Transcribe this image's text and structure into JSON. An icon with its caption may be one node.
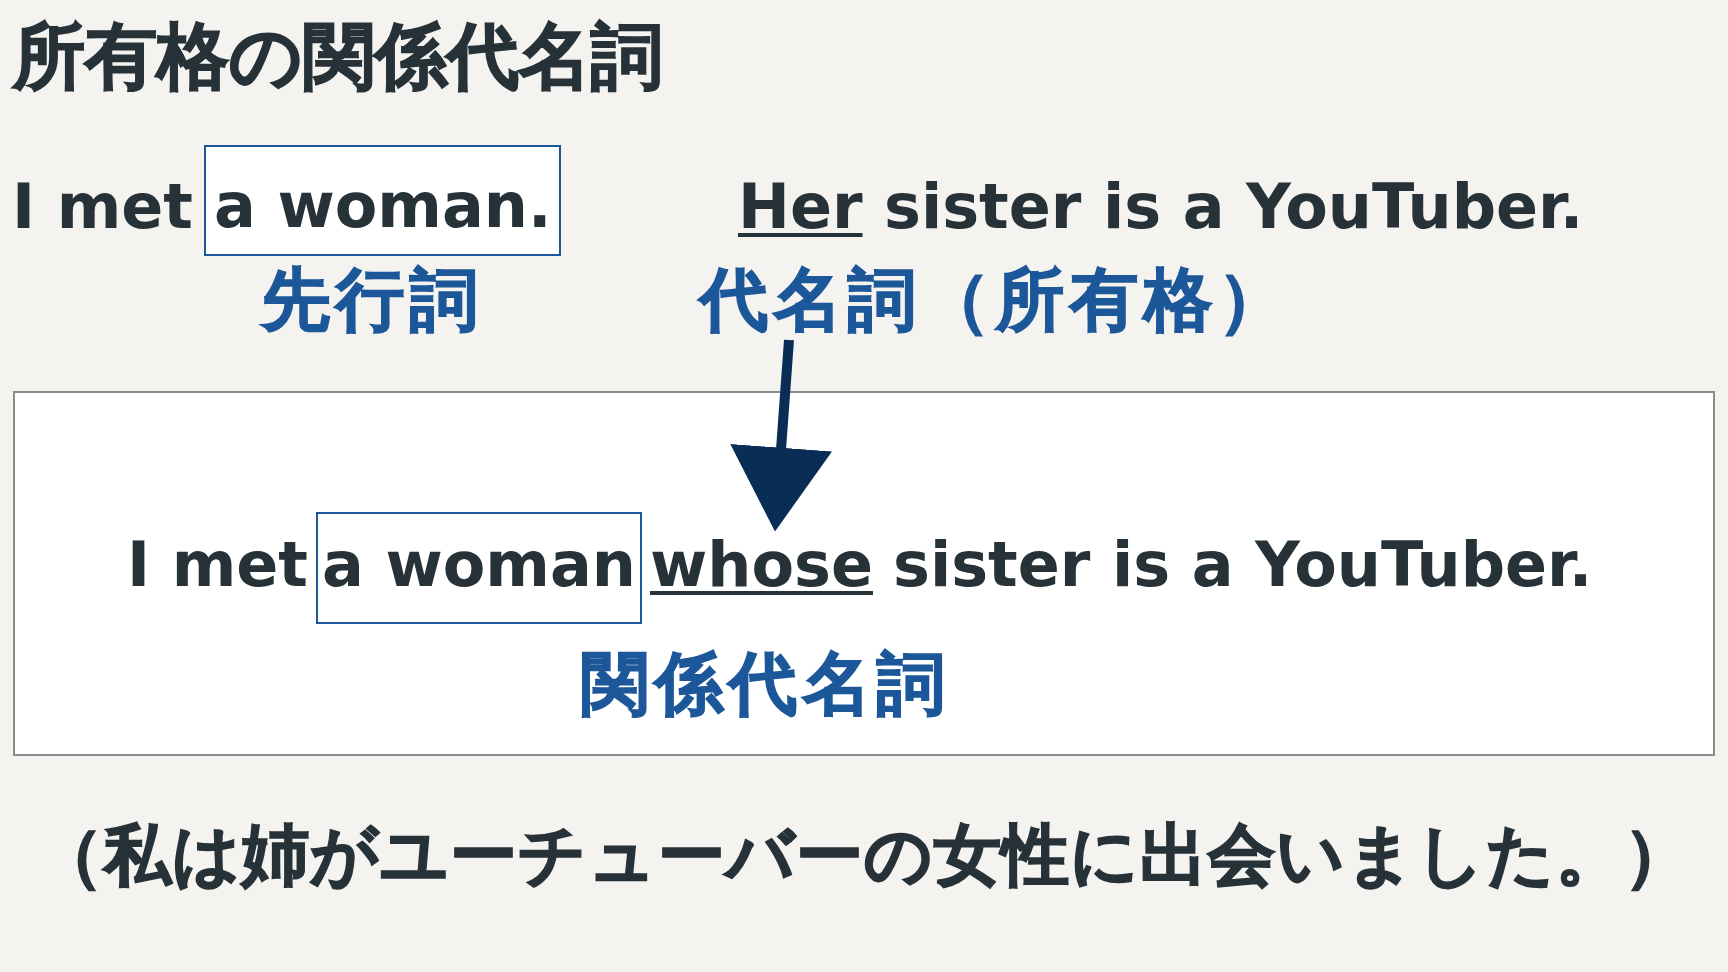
{
  "diagram": {
    "title": "所有格の関係代名詞",
    "nodes": [
      {
        "text": [
          "a woman."
        ],
        "beside": [
          "先行詞"
        ]
      },
      {
        "text": [
          "代名詞（所有格）"
        ]
      },
      {
        "text": [
          "I met",
          "sister is a YouTuber."
        ]
      },
      {
        "text": [
          "a woman"
        ],
        "in": 2
      },
      {
        "text": [
          "whose"
        ],
        "in": 2,
        "beside": [
          "関係代名詞"
        ]
      }
    ],
    "edges": [
      {
        "from": 1,
        "to": 4,
        "arrow": "to"
      }
    ],
    "labels": [
      "I met",
      "Her",
      "sister is a YouTuber.",
      "（私は姉がユーチューバーの女性に出会いました。）"
    ]
  }
}
